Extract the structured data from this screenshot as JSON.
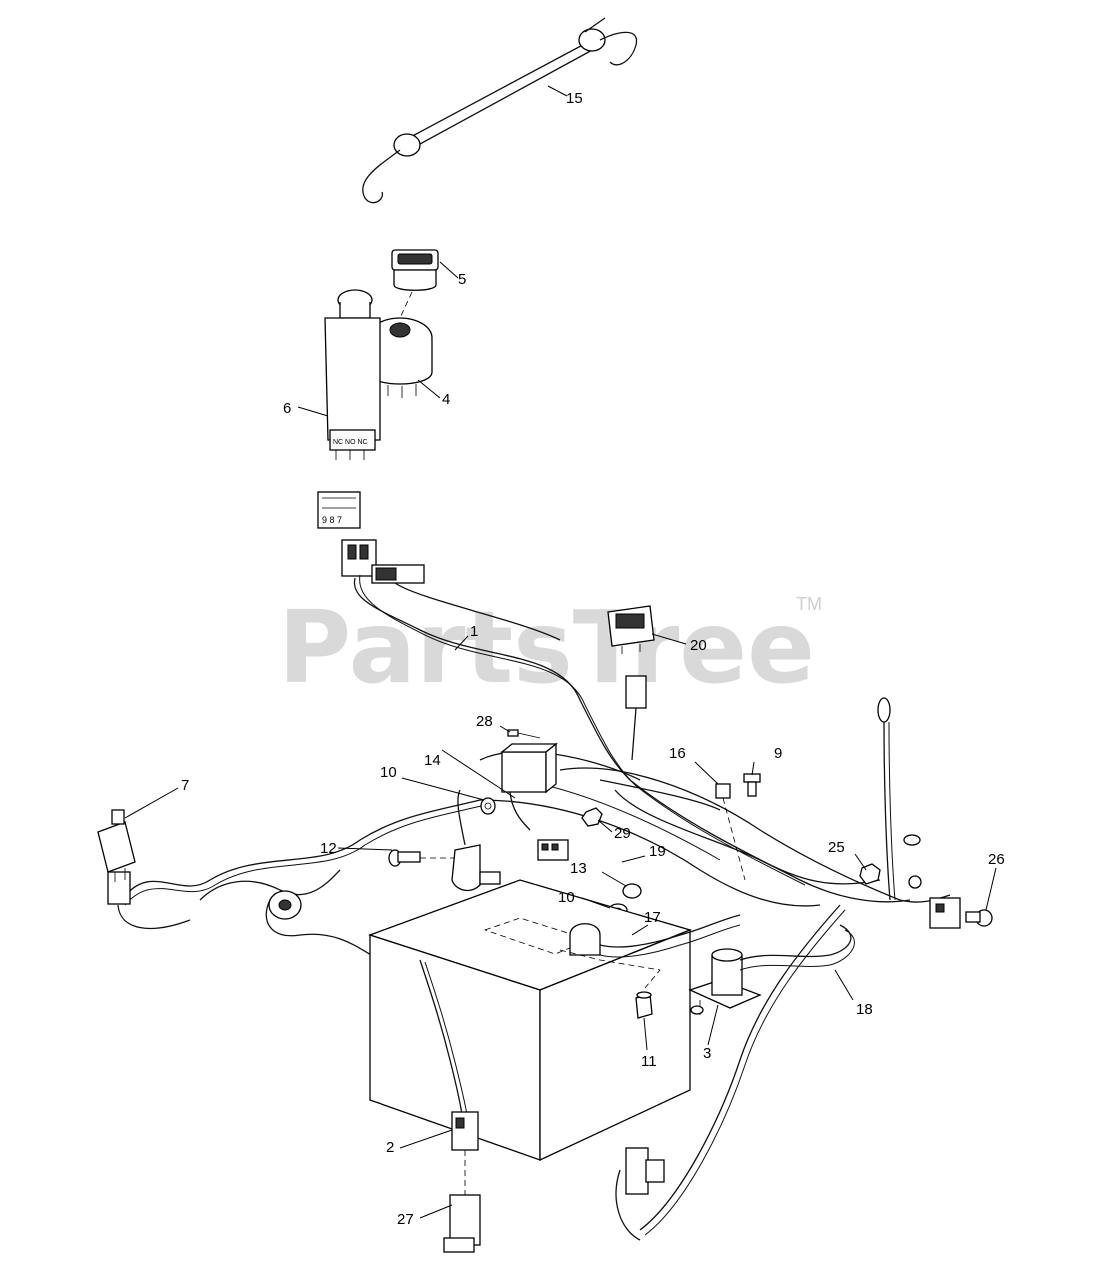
{
  "watermark": {
    "text": "PartsTree",
    "tm": "TM"
  },
  "callouts": [
    {
      "id": "c1",
      "label": "1"
    },
    {
      "id": "c2",
      "label": "2"
    },
    {
      "id": "c3",
      "label": "3"
    },
    {
      "id": "c4",
      "label": "4"
    },
    {
      "id": "c5",
      "label": "5"
    },
    {
      "id": "c6",
      "label": "6"
    },
    {
      "id": "c7",
      "label": "7"
    },
    {
      "id": "c9",
      "label": "9"
    },
    {
      "id": "c10a",
      "label": "10"
    },
    {
      "id": "c10b",
      "label": "10"
    },
    {
      "id": "c11",
      "label": "11"
    },
    {
      "id": "c12",
      "label": "12"
    },
    {
      "id": "c13",
      "label": "13"
    },
    {
      "id": "c14",
      "label": "14"
    },
    {
      "id": "c15",
      "label": "15"
    },
    {
      "id": "c16",
      "label": "16"
    },
    {
      "id": "c17",
      "label": "17"
    },
    {
      "id": "c18",
      "label": "18"
    },
    {
      "id": "c19",
      "label": "19"
    },
    {
      "id": "c20",
      "label": "20"
    },
    {
      "id": "c25",
      "label": "25"
    },
    {
      "id": "c26",
      "label": "26"
    },
    {
      "id": "c27",
      "label": "27"
    },
    {
      "id": "c28",
      "label": "28"
    },
    {
      "id": "c29",
      "label": "29"
    }
  ],
  "part_markings": {
    "pto_switch_terminals": "NC NO NC",
    "plug_terminals": "9 8 7"
  }
}
